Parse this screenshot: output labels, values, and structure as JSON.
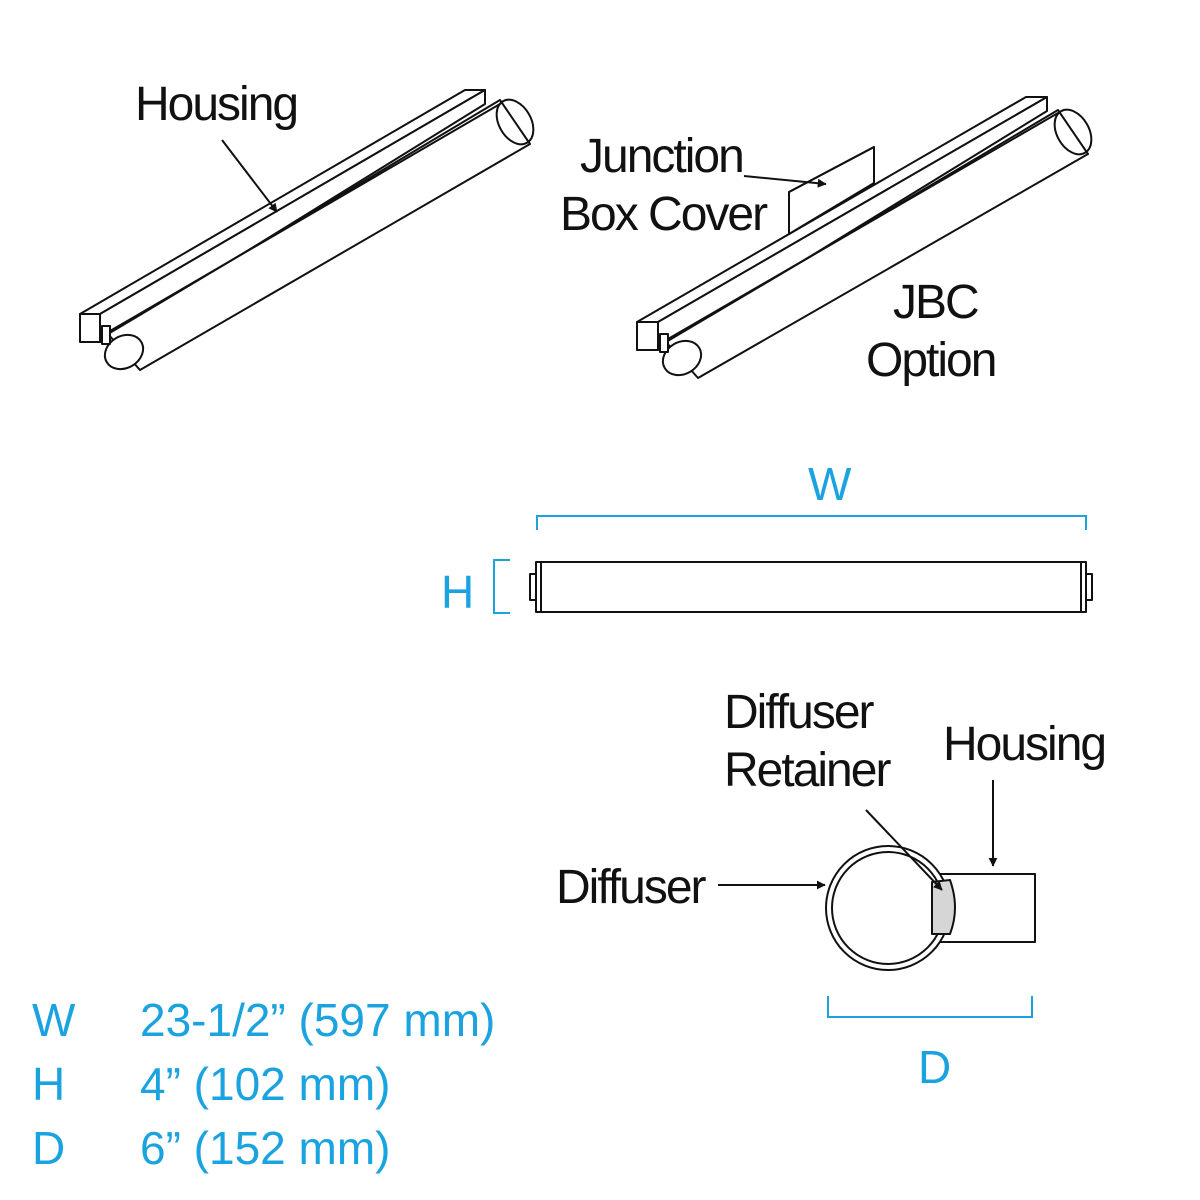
{
  "colors": {
    "line": "#111111",
    "dimension": "#1ba3e0",
    "retainer": "#d6d6d6",
    "background": "#ffffff"
  },
  "labels": {
    "housing_top": "Housing",
    "junction_line1": "Junction",
    "junction_line2": "Box Cover",
    "jbc_line1": "JBC",
    "jbc_line2": "Option",
    "diffuser_retainer_line1": "Diffuser",
    "diffuser_retainer_line2": "Retainer",
    "housing_side": "Housing",
    "diffuser": "Diffuser"
  },
  "dimensions": {
    "w_label": "W",
    "h_label": "H",
    "d_label": "D"
  },
  "specs": [
    {
      "key": "W",
      "value": "23-1/2” (597 mm)"
    },
    {
      "key": "H",
      "value": "4” (102 mm)"
    },
    {
      "key": "D",
      "value": "6” (152 mm)"
    }
  ]
}
